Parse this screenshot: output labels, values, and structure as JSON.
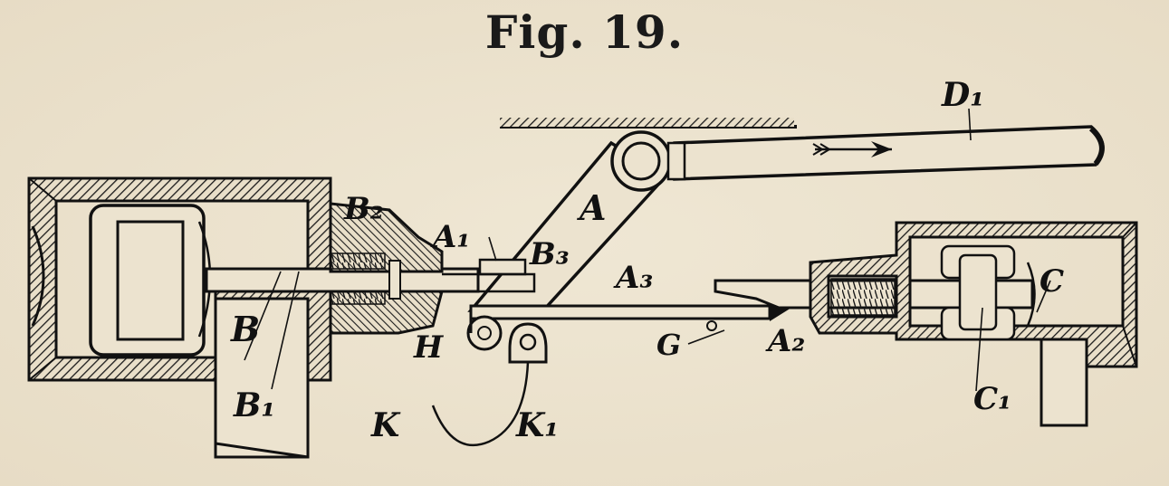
{
  "figure": {
    "title": "Fig. 19.",
    "ink_color": "#111111",
    "paper_color": "#ece3cf",
    "labels": {
      "B2": "B₂",
      "B3": "B₃",
      "B": "B",
      "B1": "B₁",
      "A": "A",
      "A1": "A₁",
      "A2": "A₂",
      "A3": "A₃",
      "D1": "D₁",
      "H": "H",
      "K": "K",
      "K1": "K₁",
      "G": "G",
      "C": "C",
      "C1": "C₁"
    }
  }
}
